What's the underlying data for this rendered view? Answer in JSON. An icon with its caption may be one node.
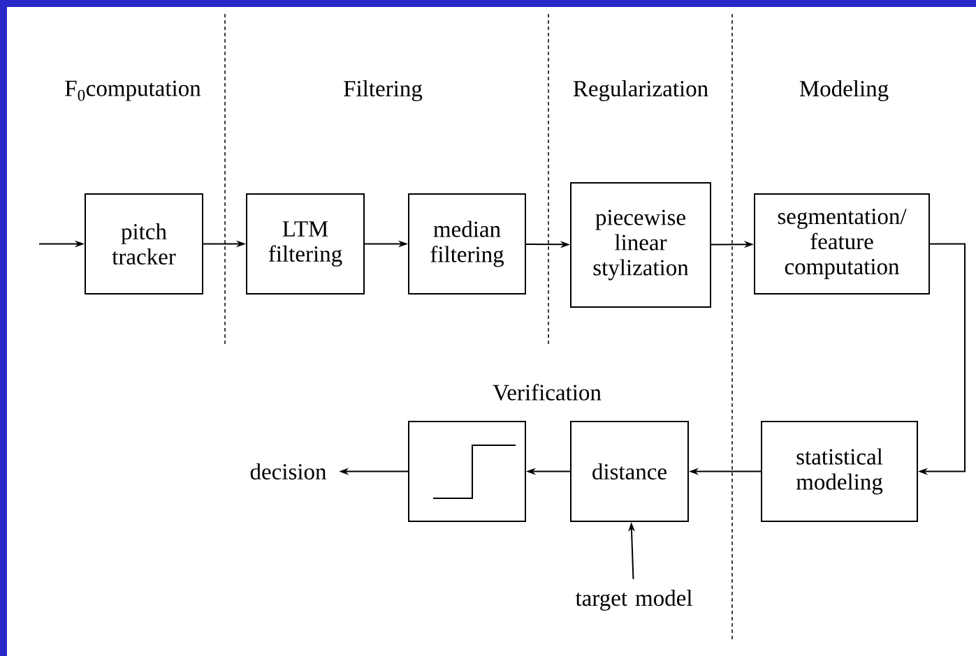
{
  "diagram": {
    "nodes": [
      {
        "text": [
          "pitch tracker"
        ]
      },
      {
        "text": [
          "LTM filtering"
        ]
      },
      {
        "text": [
          "median filtering"
        ]
      },
      {
        "text": [
          "piecewise linear stylization"
        ]
      },
      {
        "text": [
          "segmentation/ feature computation"
        ]
      },
      {
        "text": [
          "statistical modeling"
        ]
      },
      {
        "text": [
          "distance"
        ]
      },
      {
        "text": [],
        "shape": "box"
      },
      {
        "text": [
          "decision"
        ]
      },
      {
        "text": [
          "target model"
        ]
      }
    ],
    "edges": [
      {
        "from": null,
        "to": 0,
        "arrow": "to"
      },
      {
        "from": 0,
        "to": 1,
        "arrow": "to"
      },
      {
        "from": 1,
        "to": 2,
        "arrow": "to"
      },
      {
        "from": 2,
        "to": 3,
        "arrow": "to"
      },
      {
        "from": 3,
        "to": 4,
        "arrow": "to"
      },
      {
        "from": 4,
        "to": 5,
        "arrow": "to"
      },
      {
        "from": 5,
        "to": 6,
        "arrow": "to"
      },
      {
        "from": 6,
        "to": 7,
        "arrow": "to"
      },
      {
        "from": 7,
        "to": 8,
        "arrow": "to"
      },
      {
        "from": 9,
        "to": 6,
        "arrow": "to"
      }
    ],
    "labels": [
      "F$_{0}$computation",
      "Filtering",
      "Regularization",
      "Modeling",
      "Verification"
    ]
  }
}
